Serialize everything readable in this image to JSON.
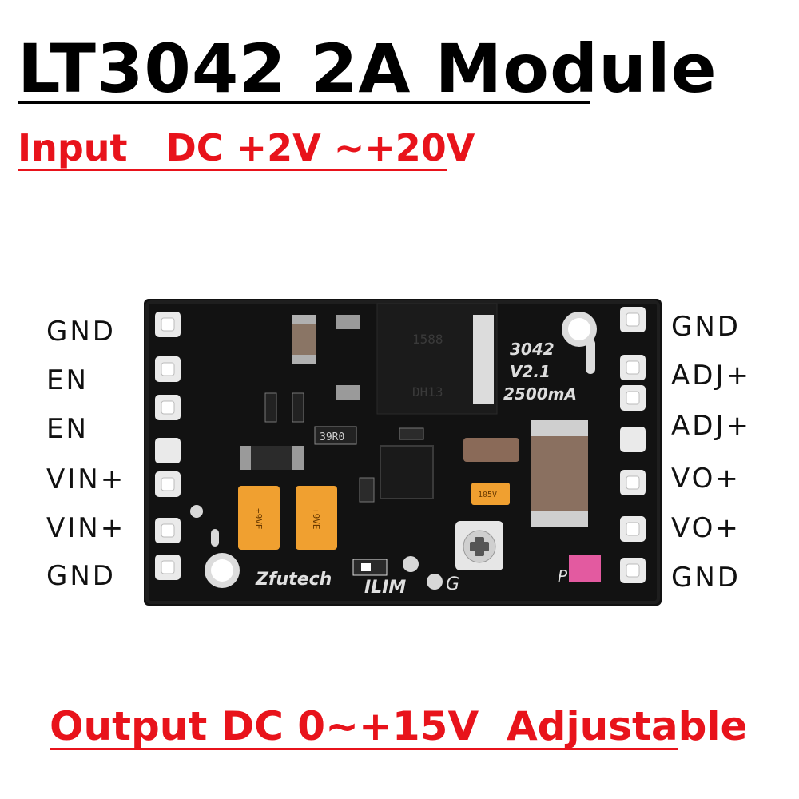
{
  "title": "LT3042 2A Module",
  "input_text": "Input   DC +2V ~+20V",
  "output_text": "Output DC 0~+15V  Adjustable",
  "left_pins": [
    "GND",
    "EN",
    "EN",
    "VIN+",
    "VIN+",
    "GND"
  ],
  "right_pins": [
    "GND",
    "ADJ+",
    "ADJ+",
    "VO+",
    "VO+",
    "GND"
  ],
  "board": {
    "chip_label": "3042",
    "version": "V2.1",
    "current": "2500mA",
    "brand": "Zfutech",
    "ilim_label": "ILIM",
    "g_label": "G",
    "p_label": "P",
    "resistor_label": "39R0",
    "cap_label_1": "+9VE",
    "cap_label_2": "+9VE",
    "tant_label": "105V",
    "ic_marking": "1588",
    "ic_marking_2": "DH13"
  },
  "colors": {
    "title": "#000000",
    "accent_red": "#e8131b",
    "pcb": "#111111",
    "pad": "#e8e8e8",
    "tantalum": "#f0a030",
    "ceramic": "#8a7060"
  }
}
